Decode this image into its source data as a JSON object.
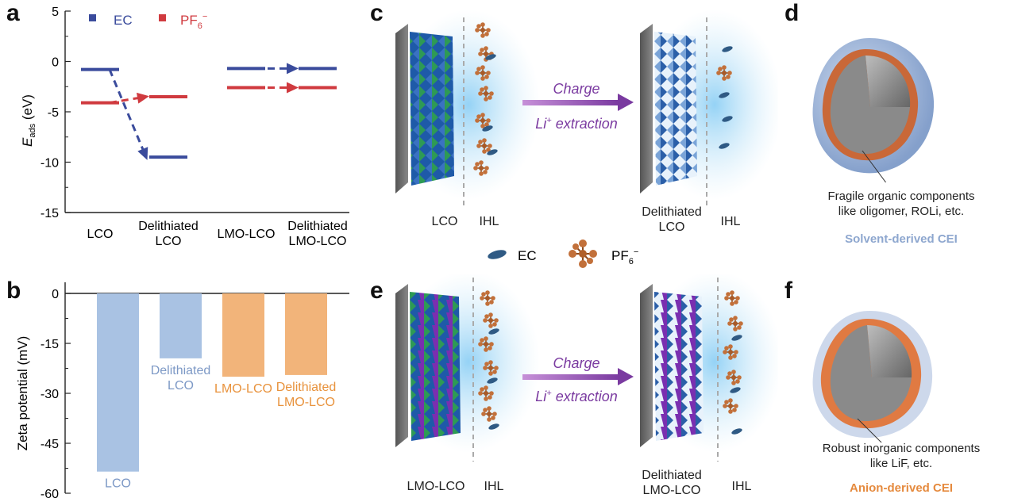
{
  "panels": {
    "a": "a",
    "b": "b",
    "c": "c",
    "d": "d",
    "e": "e",
    "f": "f"
  },
  "chart_data": [
    {
      "type": "line",
      "panel": "a",
      "ylabel_main": "E",
      "ylabel_sub": "ads",
      "ylabel_unit": " (eV)",
      "ylim": [
        -15,
        5
      ],
      "yticks": [
        5,
        0,
        -5,
        -10,
        -15
      ],
      "categories": [
        "LCO",
        "Delithiated LCO",
        "LMO-LCO",
        "Delithiated LMO-LCO"
      ],
      "category_lines": [
        [
          "LCO"
        ],
        [
          "Delithiated",
          "LCO"
        ],
        [
          "LMO-LCO"
        ],
        [
          "Delithiated",
          "LMO-LCO"
        ]
      ],
      "legend": {
        "ec": "EC",
        "pf6_main": "PF",
        "pf6_sub": "6",
        "pf6_sup": "−"
      },
      "colors": {
        "EC": "#3a4b9c",
        "PF6": "#d03a3f"
      },
      "series": [
        {
          "name": "EC",
          "values": [
            -0.8,
            -9.5,
            -0.7,
            -0.7
          ]
        },
        {
          "name": "PF6−",
          "values": [
            -4.1,
            -3.5,
            -2.6,
            -2.6
          ]
        }
      ]
    },
    {
      "type": "bar",
      "panel": "b",
      "ylabel": "Zeta potential (mV)",
      "ylim": [
        -60,
        0
      ],
      "yticks": [
        0,
        -15,
        -30,
        -45,
        -60
      ],
      "categories": [
        "LCO",
        "Delithiated LCO",
        "LMO-LCO",
        "Delithiated LMO-LCO"
      ],
      "category_lines": [
        [
          "LCO"
        ],
        [
          "Delithiated",
          "LCO"
        ],
        [
          "LMO-LCO"
        ],
        [
          "Delithiated",
          "LMO-LCO"
        ]
      ],
      "values": [
        -53.5,
        -19.5,
        -25,
        -24.5
      ],
      "colors": [
        "#a9c2e3",
        "#a9c2e3",
        "#f2b47a",
        "#f2b47a"
      ],
      "label_colors": [
        "#7d99c6",
        "#7d99c6",
        "#e8923c",
        "#e8923c"
      ]
    }
  ],
  "diagram_c": {
    "left_labels": [
      "LCO",
      "IHL"
    ],
    "right_label_top": "Delithiated",
    "right_label_bottom": "LCO",
    "right_ihl": "IHL",
    "arrow_top": "Charge",
    "arrow_bottom_main": "Li",
    "arrow_bottom_sup": "+",
    "arrow_bottom_rest": " extraction"
  },
  "diagram_e": {
    "left_labels": [
      "LMO-LCO",
      "IHL"
    ],
    "right_label_top": "Delithiated",
    "right_label_bottom": "LMO-LCO",
    "right_ihl": "IHL",
    "arrow_top": "Charge",
    "arrow_bottom_main": "Li",
    "arrow_bottom_sup": "+",
    "arrow_bottom_rest": " extraction"
  },
  "mid_legend": {
    "ec": "EC",
    "pf6_main": "PF",
    "pf6_sub": "6",
    "pf6_sup": "−"
  },
  "panel_d": {
    "line1": "Fragile organic components",
    "line2": "like  oligomer, ROLi, etc.",
    "caption": "Solvent-derived CEI"
  },
  "panel_f": {
    "line1": "Robust inorganic components",
    "line2": "like  LiF, etc.",
    "caption": "Anion-derived CEI"
  }
}
